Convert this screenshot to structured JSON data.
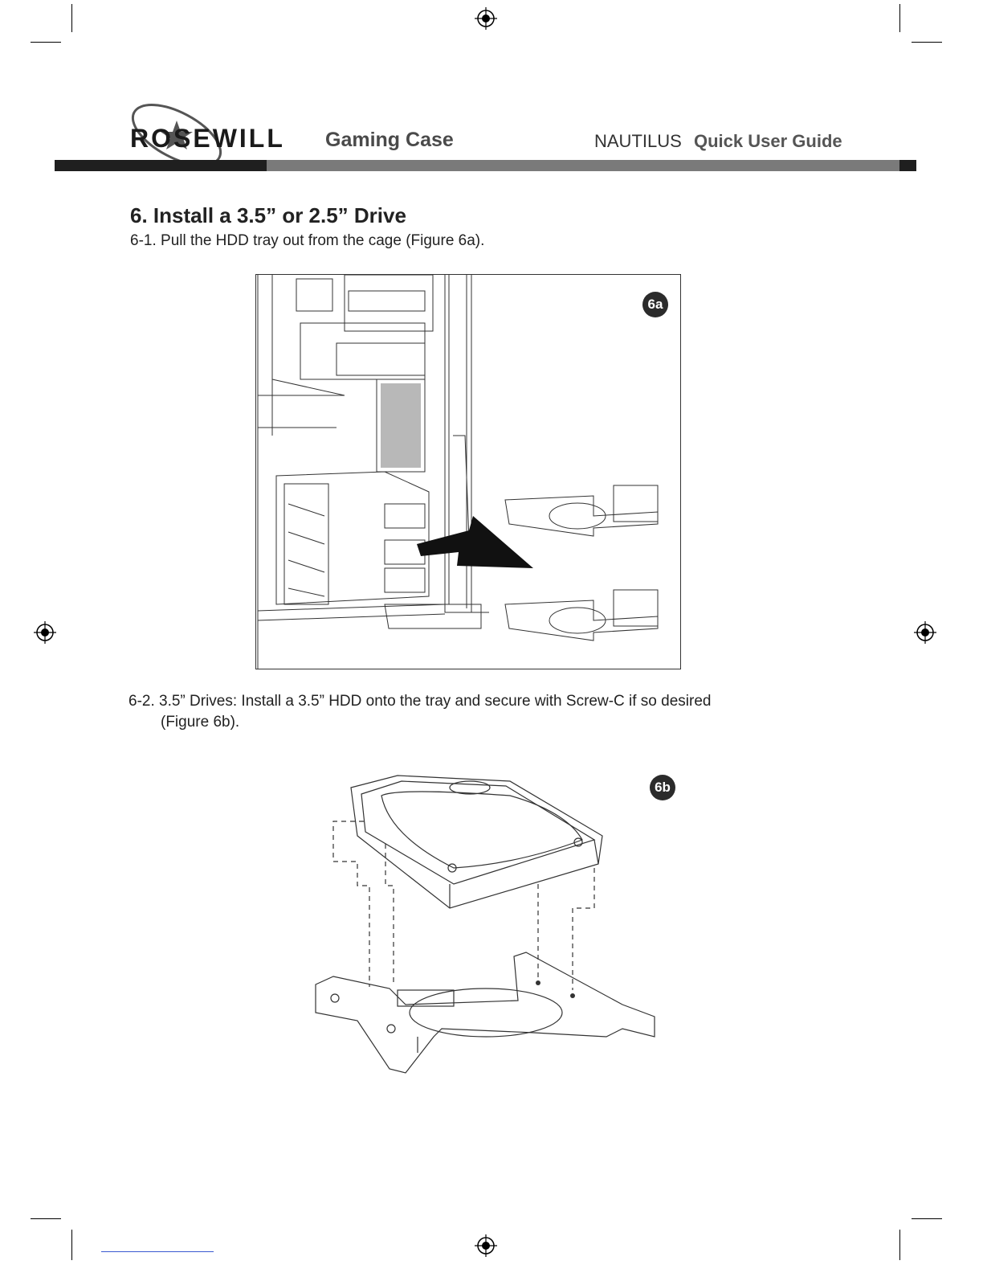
{
  "header": {
    "brand": "ROSEWILL",
    "product_line": "Gaming Case",
    "model": "NAUTILUS",
    "guide_title": "Quick User Guide"
  },
  "section": {
    "title": "6.  Install a 3.5” or 2.5” Drive"
  },
  "steps": [
    {
      "text": "6-1.  Pull the HDD tray out from the cage (Figure 6a)."
    },
    {
      "line1": "6-2. 3.5” Drives: Install a 3.5” HDD onto the tray and secure with Screw-C if so desired",
      "line2": "(Figure 6b)."
    }
  ],
  "figures": {
    "fig_a_label": "6a",
    "fig_b_label": "6b"
  },
  "icons": [
    "registration-mark-icon",
    "arrow-icon"
  ]
}
